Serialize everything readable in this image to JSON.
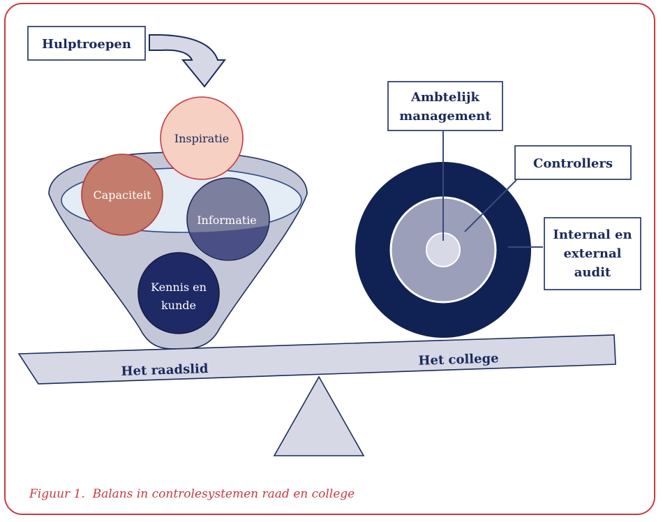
{
  "hulptroepen_label": "Hulptroepen",
  "funnel_balls": {
    "inspiratie": "Inspiratie",
    "capaciteit": "Capaciteit",
    "informatie": "Informatie",
    "kennis_line1": "Kennis en",
    "kennis_line2": "kunde"
  },
  "target_labels": {
    "ambtelijk_line1": "Ambtelijk",
    "ambtelijk_line2": "management",
    "controllers": "Controllers",
    "audit_line1": "Internal en",
    "audit_line2": "external",
    "audit_line3": "audit"
  },
  "beam": {
    "left_label": "Het raadslid",
    "right_label": "Het college"
  },
  "caption": {
    "figure": "Figuur 1.",
    "text": "Balans in controlesystemen raad en college"
  },
  "colors": {
    "frame_red": "#c8393f",
    "navy": "#1b2a5c",
    "dark_navy": "#0f2253",
    "funnel_fill": "#c4c7d7",
    "beam_fill": "#d6d8e6",
    "inspiratie_fill": "#f5d0c3",
    "capaciteit_fill": "#c47c6c",
    "informatie_fill": "#6d6f92",
    "kennis_fill": "#1e2a66"
  }
}
